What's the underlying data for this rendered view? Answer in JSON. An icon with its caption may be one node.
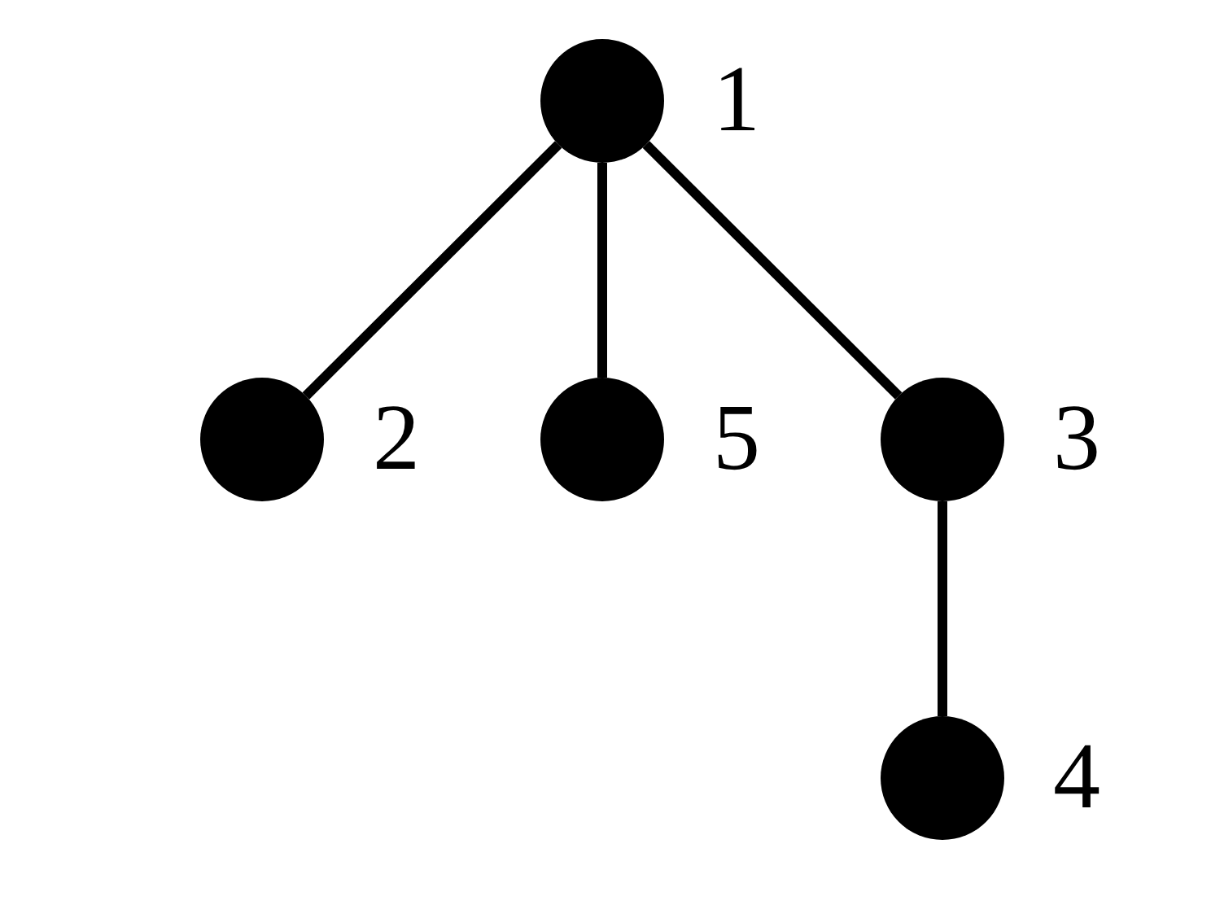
{
  "diagram": {
    "nodes": [
      {
        "text": [],
        "shape": "circle",
        "beside": [
          "1"
        ]
      },
      {
        "text": [],
        "shape": "circle",
        "beside": [
          "2"
        ]
      },
      {
        "text": [],
        "shape": "circle",
        "beside": [
          "5"
        ]
      },
      {
        "text": [],
        "shape": "circle",
        "beside": [
          "3"
        ]
      },
      {
        "text": [],
        "shape": "circle",
        "beside": [
          "4"
        ]
      }
    ],
    "edges": [
      {
        "from": 0,
        "to": 1,
        "arrow": "none"
      },
      {
        "from": 0,
        "to": 2,
        "arrow": "none"
      },
      {
        "from": 0,
        "to": 3,
        "arrow": "none"
      },
      {
        "from": 3,
        "to": 4,
        "arrow": "none"
      }
    ]
  }
}
